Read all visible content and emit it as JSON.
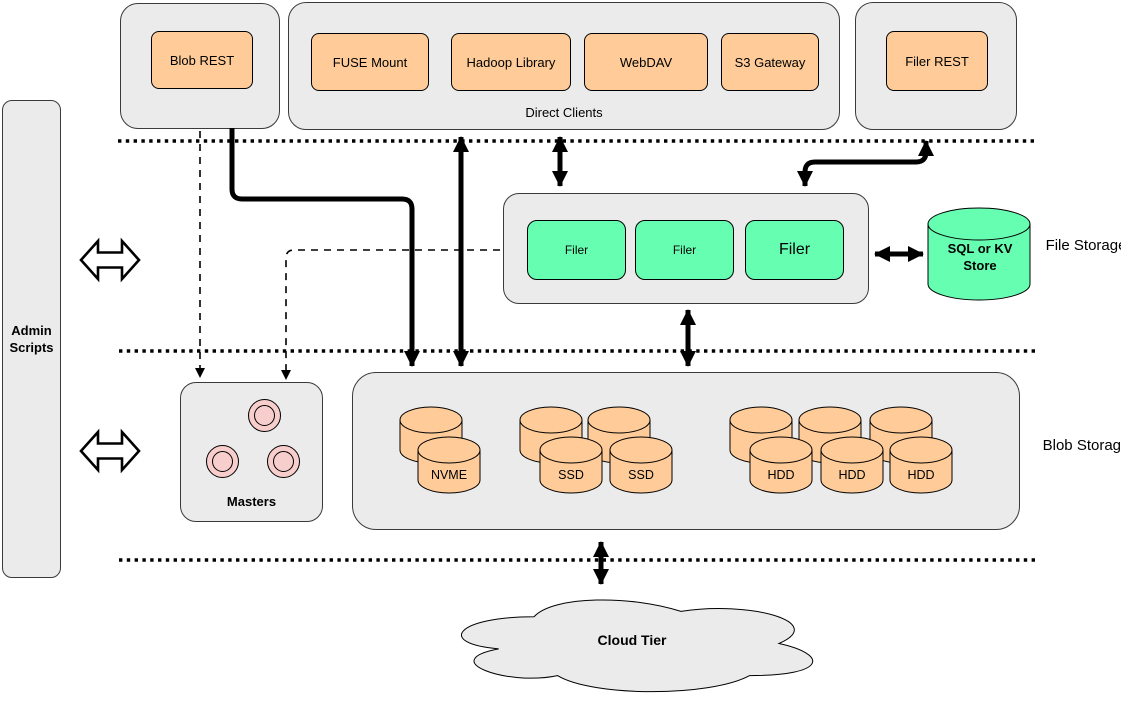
{
  "colors": {
    "ink": "#000000",
    "container-fill": "#EBEBEB",
    "container-stroke": "#3a3a3a",
    "orange": "#FFCC99",
    "green": "#66FFB2",
    "pink": "#F8CECC"
  },
  "admin": {
    "label": "Admin Scripts"
  },
  "api_groups": {
    "blob_rest": "Blob REST",
    "direct_clients_label": "Direct Clients",
    "direct_clients": [
      "FUSE Mount",
      "Hadoop Library",
      "WebDAV",
      "S3 Gateway"
    ],
    "filer_rest": "Filer REST"
  },
  "file_storage": {
    "section_label": "File Storage",
    "filers": [
      "Filer",
      "Filer",
      "Filer"
    ],
    "metadata_store": "SQL or KV Store"
  },
  "blob_storage": {
    "section_label": "Blob Storage",
    "masters_label": "Masters",
    "volumes": [
      "NVME",
      "SSD",
      "SSD",
      "HDD",
      "HDD",
      "HDD"
    ]
  },
  "cloud": {
    "label": "Cloud Tier"
  }
}
